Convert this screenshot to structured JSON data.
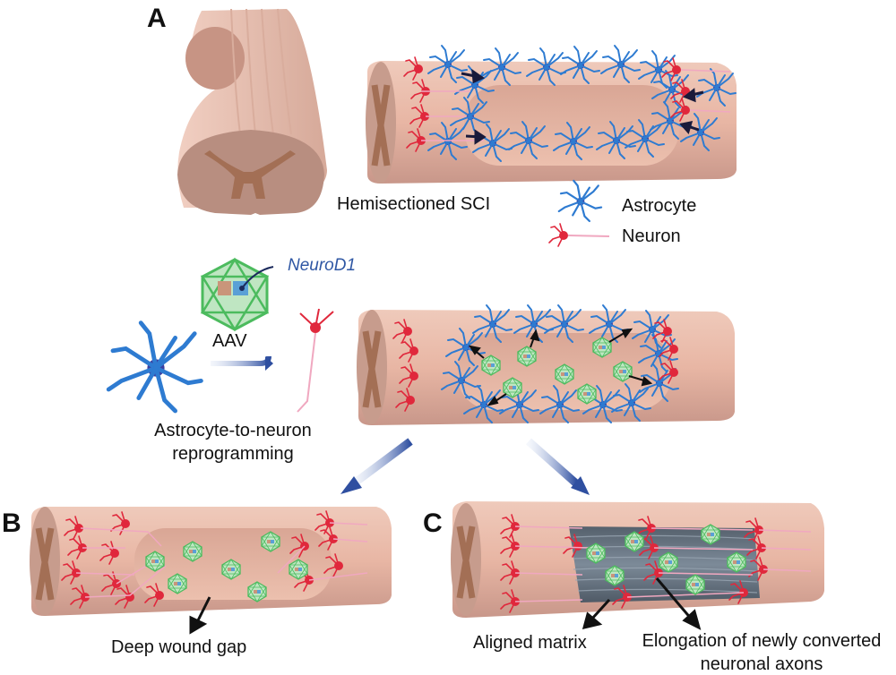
{
  "panels": {
    "A": {
      "letter": "A",
      "caption": "Hemisectioned SCI",
      "legend": [
        {
          "icon": "astrocyte-icon",
          "label": "Astrocyte",
          "color": "#2e7bd1"
        },
        {
          "icon": "neuron-icon",
          "label": "Neuron",
          "color": "#e0283c"
        }
      ]
    },
    "treatment": {
      "vector_label": "AAV",
      "gene_label": "NeuroD1",
      "process_line1": "Astrocyte-to-neuron",
      "process_line2": "reprogramming"
    },
    "B": {
      "letter": "B",
      "annotation": "Deep wound gap"
    },
    "C": {
      "letter": "C",
      "annotation_1": "Aligned matrix",
      "annotation_2_line1": "Elongation of newly converted",
      "annotation_2_line2": "neuronal axons"
    }
  },
  "colors": {
    "tissue": "#e8b9a8",
    "tissue_dark": "#c99888",
    "gray_matter": "#a36f55",
    "astrocyte": "#2e7bd1",
    "neuron": "#e0283c",
    "virus": "#4cbb5e",
    "arrow_blue": "#2f4fa0",
    "matrix": "#6b7a88"
  }
}
